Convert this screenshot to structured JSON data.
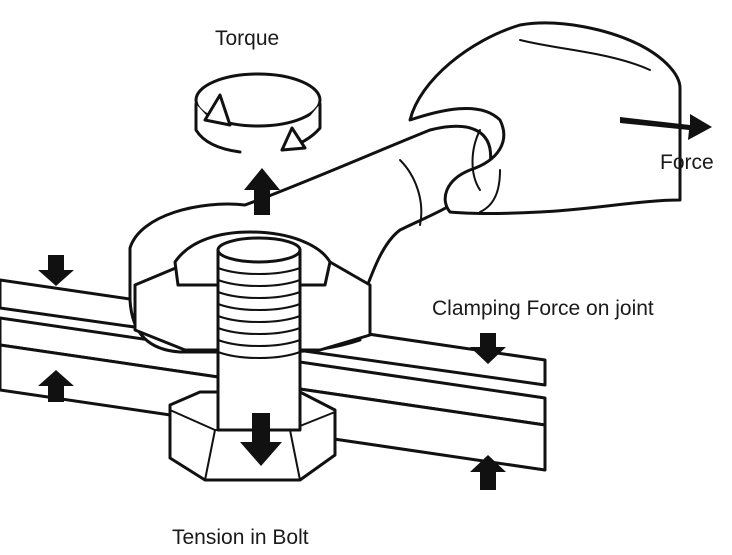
{
  "labels": {
    "torque": "Torque",
    "force": "Force",
    "clamping": "Clamping Force on joint",
    "tension": "Tension in Bolt"
  },
  "colors": {
    "ink": "#111111",
    "background": "#ffffff"
  },
  "icons": [
    "torque-rotation-arrow-icon",
    "force-arrow-icon",
    "clamping-arrow-icon",
    "tension-arrow-icon",
    "hand-icon",
    "wrench-icon",
    "bolt-icon",
    "nut-icon"
  ]
}
